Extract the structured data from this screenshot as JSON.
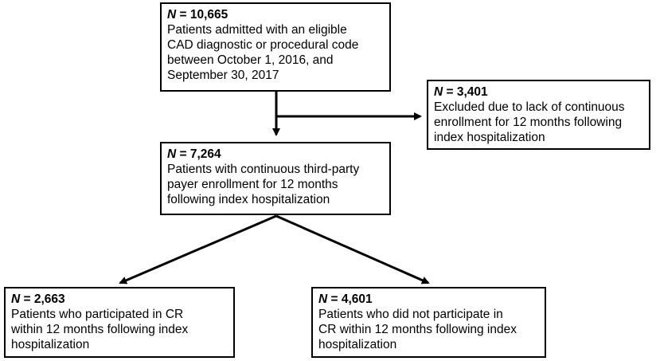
{
  "boxes": {
    "initial": {
      "n_symbol": "N",
      "count_text": " = 10,665",
      "description": "Patients admitted with an eligible\nCAD diagnostic or procedural code\nbetween October 1, 2016, and\nSeptember 30, 2017"
    },
    "excluded": {
      "n_symbol": "N",
      "count_text": " = 3,401",
      "description": "Excluded due to lack of continuous\nenrollment for 12 months following\nindex hospitalization"
    },
    "enrolled": {
      "n_symbol": "N",
      "count_text": " = 7,264",
      "description": "Patients with continuous third-party\npayer enrollment for 12 months\nfollowing index hospitalization"
    },
    "participated": {
      "n_symbol": "N",
      "count_text": " = 2,663",
      "description": "Patients who participated in CR\nwithin 12 months following index\nhospitalization"
    },
    "not_participated": {
      "n_symbol": "N",
      "count_text": " = 4,601",
      "description": "Patients who did not participate in\nCR within 12 months following index\nhospitalization"
    }
  },
  "colors": {
    "line": "#000000",
    "box_border": "#000000",
    "background": "#ffffff"
  }
}
